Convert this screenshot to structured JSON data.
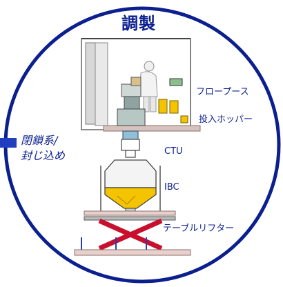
{
  "title": "調製",
  "side_label": {
    "line1": "閉鎖系/",
    "line2": "封じ込め"
  },
  "labels": {
    "flow_booth": "フロープース",
    "hopper": "投入ホッパー",
    "ctu": "CTU",
    "ibc": "IBC",
    "lifter": "テーブルリフター"
  },
  "colors": {
    "circle": "#0b1f8f",
    "text": "#0b1f8f",
    "fill_yellow": "#f5c400",
    "lifter_cross": "#c8102e",
    "platform": "#e8d0cc",
    "pointer_bar": "#1f3fbf"
  }
}
